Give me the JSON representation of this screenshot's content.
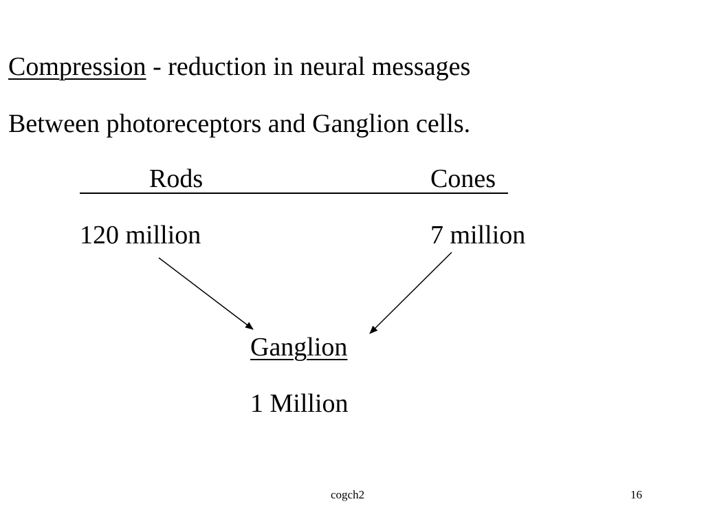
{
  "slide": {
    "line1": {
      "term": "Compression",
      "rest": " - reduction in neural messages"
    },
    "line2": "Between photoreceptors and Ganglion cells.",
    "table": {
      "rods_header": "Rods",
      "cones_header": "Cones",
      "rods_count": "120 million",
      "cones_count": "7 million"
    },
    "ganglion": {
      "label": "Ganglion",
      "count": "1 Million"
    }
  },
  "footer": {
    "name": "cogch2",
    "page": "16"
  },
  "colors": {
    "text": "#000000",
    "background": "#ffffff"
  }
}
